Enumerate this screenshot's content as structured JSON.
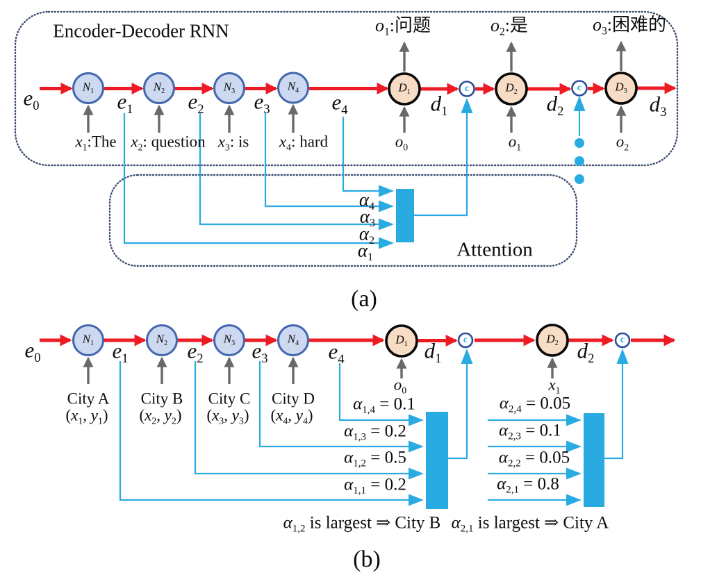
{
  "figure": {
    "colors": {
      "arrow_red": "#ed1c24",
      "attention_cyan": "#29abe2",
      "arrow_gray": "#696969",
      "encoder_fill": "#cdd9f1",
      "encoder_stroke": "#4467ae",
      "decoder_fill": "#f8ddc6",
      "decoder_stroke": "#0a0a0a",
      "carry_stroke": "#2b4d9b",
      "dotted_box": "#3a4c6e"
    },
    "panel_a": {
      "title": "Encoder-Decoder RNN",
      "attention_label": "Attention",
      "caption": "(a)",
      "carry_label": "c",
      "e": [
        [
          {
            "t": "e",
            "s": "i"
          },
          {
            "t": "0",
            "s": "sub"
          }
        ],
        [
          {
            "t": "e",
            "s": "i"
          },
          {
            "t": "1",
            "s": "sub"
          }
        ],
        [
          {
            "t": "e",
            "s": "i"
          },
          {
            "t": "2",
            "s": "sub"
          }
        ],
        [
          {
            "t": "e",
            "s": "i"
          },
          {
            "t": "3",
            "s": "sub"
          }
        ],
        [
          {
            "t": "e",
            "s": "i"
          },
          {
            "t": "4",
            "s": "sub"
          }
        ]
      ],
      "enc_nodes": [
        [
          {
            "t": "N",
            "s": "i"
          },
          {
            "t": "1",
            "s": "sub"
          }
        ],
        [
          {
            "t": "N",
            "s": "i"
          },
          {
            "t": "2",
            "s": "sub"
          }
        ],
        [
          {
            "t": "N",
            "s": "i"
          },
          {
            "t": "3",
            "s": "sub"
          }
        ],
        [
          {
            "t": "N",
            "s": "i"
          },
          {
            "t": "4",
            "s": "sub"
          }
        ]
      ],
      "enc_inputs": [
        [
          {
            "t": "x",
            "s": "i"
          },
          {
            "t": "1",
            "s": "sub"
          },
          {
            "t": ":The"
          }
        ],
        [
          {
            "t": "x",
            "s": "i"
          },
          {
            "t": "2",
            "s": "sub"
          },
          {
            "t": ": question"
          }
        ],
        [
          {
            "t": "x",
            "s": "i"
          },
          {
            "t": "3",
            "s": "sub"
          },
          {
            "t": ": is"
          }
        ],
        [
          {
            "t": "x",
            "s": "i"
          },
          {
            "t": "4",
            "s": "sub"
          },
          {
            "t": ": hard"
          }
        ]
      ],
      "dec_nodes": [
        [
          {
            "t": "D",
            "s": "i"
          },
          {
            "t": "1",
            "s": "sub"
          }
        ],
        [
          {
            "t": "D",
            "s": "i"
          },
          {
            "t": "2",
            "s": "sub"
          }
        ],
        [
          {
            "t": "D",
            "s": "i"
          },
          {
            "t": "3",
            "s": "sub"
          }
        ]
      ],
      "d": [
        [
          {
            "t": "d",
            "s": "i"
          },
          {
            "t": "1",
            "s": "sub"
          }
        ],
        [
          {
            "t": "d",
            "s": "i"
          },
          {
            "t": "2",
            "s": "sub"
          }
        ],
        [
          {
            "t": "d",
            "s": "i"
          },
          {
            "t": "3",
            "s": "sub"
          }
        ]
      ],
      "outputs_top": [
        [
          {
            "t": "o",
            "s": "i"
          },
          {
            "t": "1",
            "s": "sub"
          },
          {
            "t": ":问题"
          }
        ],
        [
          {
            "t": "o",
            "s": "i"
          },
          {
            "t": "2",
            "s": "sub"
          },
          {
            "t": ":是"
          }
        ],
        [
          {
            "t": "o",
            "s": "i"
          },
          {
            "t": "3",
            "s": "sub"
          },
          {
            "t": ":困难的"
          }
        ]
      ],
      "inputs_bottom": [
        [
          {
            "t": "o",
            "s": "i"
          },
          {
            "t": "0",
            "s": "sub"
          }
        ],
        [
          {
            "t": "o",
            "s": "i"
          },
          {
            "t": "1",
            "s": "sub"
          }
        ],
        [
          {
            "t": "o",
            "s": "i"
          },
          {
            "t": "2",
            "s": "sub"
          }
        ]
      ],
      "alphas": [
        [
          {
            "t": "α",
            "s": "i"
          },
          {
            "t": "4",
            "s": "sub"
          }
        ],
        [
          {
            "t": "α",
            "s": "i"
          },
          {
            "t": "3",
            "s": "sub"
          }
        ],
        [
          {
            "t": "α",
            "s": "i"
          },
          {
            "t": "2",
            "s": "sub"
          }
        ],
        [
          {
            "t": "α",
            "s": "i"
          },
          {
            "t": "1",
            "s": "sub"
          }
        ]
      ]
    },
    "panel_b": {
      "caption": "(b)",
      "carry_label": "c",
      "e": [
        [
          {
            "t": "e",
            "s": "i"
          },
          {
            "t": "0",
            "s": "sub"
          }
        ],
        [
          {
            "t": "e",
            "s": "i"
          },
          {
            "t": "1",
            "s": "sub"
          }
        ],
        [
          {
            "t": "e",
            "s": "i"
          },
          {
            "t": "2",
            "s": "sub"
          }
        ],
        [
          {
            "t": "e",
            "s": "i"
          },
          {
            "t": "3",
            "s": "sub"
          }
        ],
        [
          {
            "t": "e",
            "s": "i"
          },
          {
            "t": "4",
            "s": "sub"
          }
        ]
      ],
      "enc_nodes": [
        [
          {
            "t": "N",
            "s": "i"
          },
          {
            "t": "1",
            "s": "sub"
          }
        ],
        [
          {
            "t": "N",
            "s": "i"
          },
          {
            "t": "2",
            "s": "sub"
          }
        ],
        [
          {
            "t": "N",
            "s": "i"
          },
          {
            "t": "3",
            "s": "sub"
          }
        ],
        [
          {
            "t": "N",
            "s": "i"
          },
          {
            "t": "4",
            "s": "sub"
          }
        ]
      ],
      "city_names": [
        "City A",
        "City B",
        "City C",
        "City D"
      ],
      "city_coords": [
        [
          {
            "t": "("
          },
          {
            "t": "x",
            "s": "i"
          },
          {
            "t": "1",
            "s": "sub"
          },
          {
            "t": ", "
          },
          {
            "t": "y",
            "s": "i"
          },
          {
            "t": "1",
            "s": "sub"
          },
          {
            "t": ")"
          }
        ],
        [
          {
            "t": "("
          },
          {
            "t": "x",
            "s": "i"
          },
          {
            "t": "2",
            "s": "sub"
          },
          {
            "t": ", "
          },
          {
            "t": "y",
            "s": "i"
          },
          {
            "t": "2",
            "s": "sub"
          },
          {
            "t": ")"
          }
        ],
        [
          {
            "t": "("
          },
          {
            "t": "x",
            "s": "i"
          },
          {
            "t": "3",
            "s": "sub"
          },
          {
            "t": ", "
          },
          {
            "t": "y",
            "s": "i"
          },
          {
            "t": "3",
            "s": "sub"
          },
          {
            "t": ")"
          }
        ],
        [
          {
            "t": "("
          },
          {
            "t": "x",
            "s": "i"
          },
          {
            "t": "4",
            "s": "sub"
          },
          {
            "t": ", "
          },
          {
            "t": "y",
            "s": "i"
          },
          {
            "t": "4",
            "s": "sub"
          },
          {
            "t": ")"
          }
        ]
      ],
      "dec_nodes": [
        [
          {
            "t": "D",
            "s": "i"
          },
          {
            "t": "1",
            "s": "sub"
          }
        ],
        [
          {
            "t": "D",
            "s": "i"
          },
          {
            "t": "2",
            "s": "sub"
          }
        ]
      ],
      "d": [
        [
          {
            "t": "d",
            "s": "i"
          },
          {
            "t": "1",
            "s": "sub"
          }
        ],
        [
          {
            "t": "d",
            "s": "i"
          },
          {
            "t": "2",
            "s": "sub"
          }
        ]
      ],
      "input_o0": [
        {
          "t": "o",
          "s": "i"
        },
        {
          "t": "0",
          "s": "sub"
        }
      ],
      "input_x1": [
        {
          "t": "x",
          "s": "i"
        },
        {
          "t": "1",
          "s": "sub"
        }
      ],
      "alphas_step1": [
        [
          {
            "t": "α",
            "s": "i"
          },
          {
            "t": "1,4",
            "s": "sub"
          },
          {
            "t": " = 0.1"
          }
        ],
        [
          {
            "t": "α",
            "s": "i"
          },
          {
            "t": "1,3",
            "s": "sub"
          },
          {
            "t": " = 0.2"
          }
        ],
        [
          {
            "t": "α",
            "s": "i"
          },
          {
            "t": "1,2",
            "s": "sub"
          },
          {
            "t": " = 0.5"
          }
        ],
        [
          {
            "t": "α",
            "s": "i"
          },
          {
            "t": "1,1",
            "s": "sub"
          },
          {
            "t": " = 0.2"
          }
        ]
      ],
      "alphas_step2": [
        [
          {
            "t": "α",
            "s": "i"
          },
          {
            "t": "2,4",
            "s": "sub"
          },
          {
            "t": " = 0.05"
          }
        ],
        [
          {
            "t": "α",
            "s": "i"
          },
          {
            "t": "2,3",
            "s": "sub"
          },
          {
            "t": " = 0.1"
          }
        ],
        [
          {
            "t": "α",
            "s": "i"
          },
          {
            "t": "2,2",
            "s": "sub"
          },
          {
            "t": " = 0.05"
          }
        ],
        [
          {
            "t": "α",
            "s": "i"
          },
          {
            "t": "2,1",
            "s": "sub"
          },
          {
            "t": " = 0.8"
          }
        ]
      ],
      "alpha_values_step1": {
        "a14": 0.1,
        "a13": 0.2,
        "a12": 0.5,
        "a11": 0.2
      },
      "alpha_values_step2": {
        "a24": 0.05,
        "a23": 0.1,
        "a22": 0.05,
        "a21": 0.8
      },
      "conclusion_1": [
        {
          "t": "α",
          "s": "i"
        },
        {
          "t": "1,2",
          "s": "sub"
        },
        {
          "t": " is largest ⇒ City B"
        }
      ],
      "conclusion_2": [
        {
          "t": "α",
          "s": "i"
        },
        {
          "t": "2,1",
          "s": "sub"
        },
        {
          "t": " is largest ⇒ City A"
        }
      ]
    }
  }
}
